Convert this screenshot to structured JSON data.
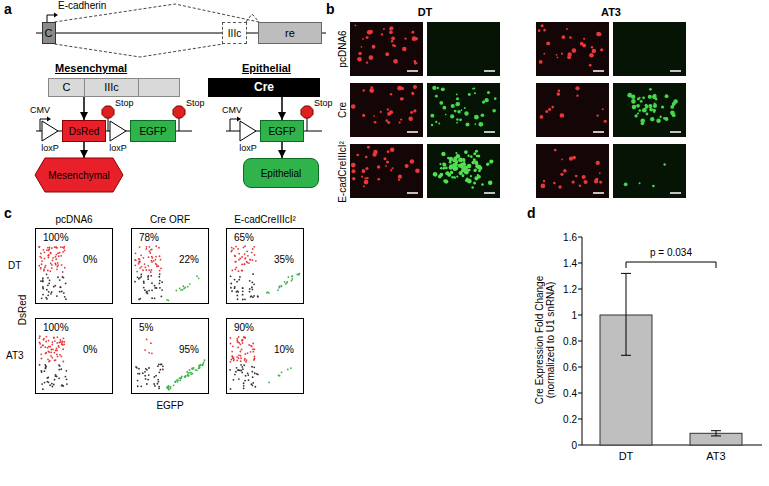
{
  "diagram": {
    "nodes": [
      {
        "text": [
          "C"
        ]
      },
      {
        "text": [
          "IIIc"
        ]
      },
      {
        "text": [
          "re"
        ]
      },
      {
        "text": [
          "C",
          "IIIc"
        ]
      },
      {
        "text": [
          "Cre"
        ]
      },
      {
        "text": [
          "DsRed"
        ]
      },
      {
        "text": [
          "EGFP"
        ]
      },
      {
        "text": [
          "Mesenchymal"
        ]
      },
      {
        "text": [
          "EGFP"
        ]
      },
      {
        "text": [
          "Epithelial"
        ]
      },
      {
        "text": [
          "100%",
          "0%"
        ]
      },
      {
        "text": [
          "78%",
          "22%"
        ]
      },
      {
        "text": [
          "65%",
          "35%"
        ]
      },
      {
        "text": [
          "100%",
          "0%"
        ]
      },
      {
        "text": [
          "5%",
          "95%"
        ]
      },
      {
        "text": [
          "90%",
          "10%"
        ]
      }
    ],
    "edges": [
      {
        "from": 0,
        "to": 2,
        "arrow": "none"
      },
      {
        "from": 0,
        "to": 1,
        "arrow": "none"
      },
      {
        "from": 1,
        "to": 2,
        "arrow": "none"
      },
      {
        "from": 3,
        "to": 5,
        "arrow": "to"
      },
      {
        "from": 5,
        "to": 7,
        "arrow": "to"
      },
      {
        "from": 4,
        "to": 8,
        "arrow": "to"
      },
      {
        "from": 8,
        "to": 9,
        "arrow": "to"
      }
    ],
    "labels": [
      "a",
      "E-cadherin",
      "Mesenchymal",
      "Epithelial",
      "CMV",
      "loxP",
      "loxP",
      "Stop",
      "Stop",
      "CMV",
      "loxP",
      "Stop",
      "b",
      "DT",
      "AT3",
      "pcDNA6",
      "Cre",
      "E-cadCreIIIcI²",
      "c",
      "pcDNA6",
      "Cre ORF",
      "E-cadCreIIIcI²",
      "DT",
      "AT3",
      "DsRed",
      "EGFP",
      "d",
      "Cre Expression Fold Change (normalized to U1 snRNA)",
      "0",
      "0.2",
      "0.4",
      "0.6",
      "0.8",
      "1",
      "1.2",
      "1.4",
      "1.6",
      "p = 0.034",
      "DT",
      "AT3"
    ]
  }
}
